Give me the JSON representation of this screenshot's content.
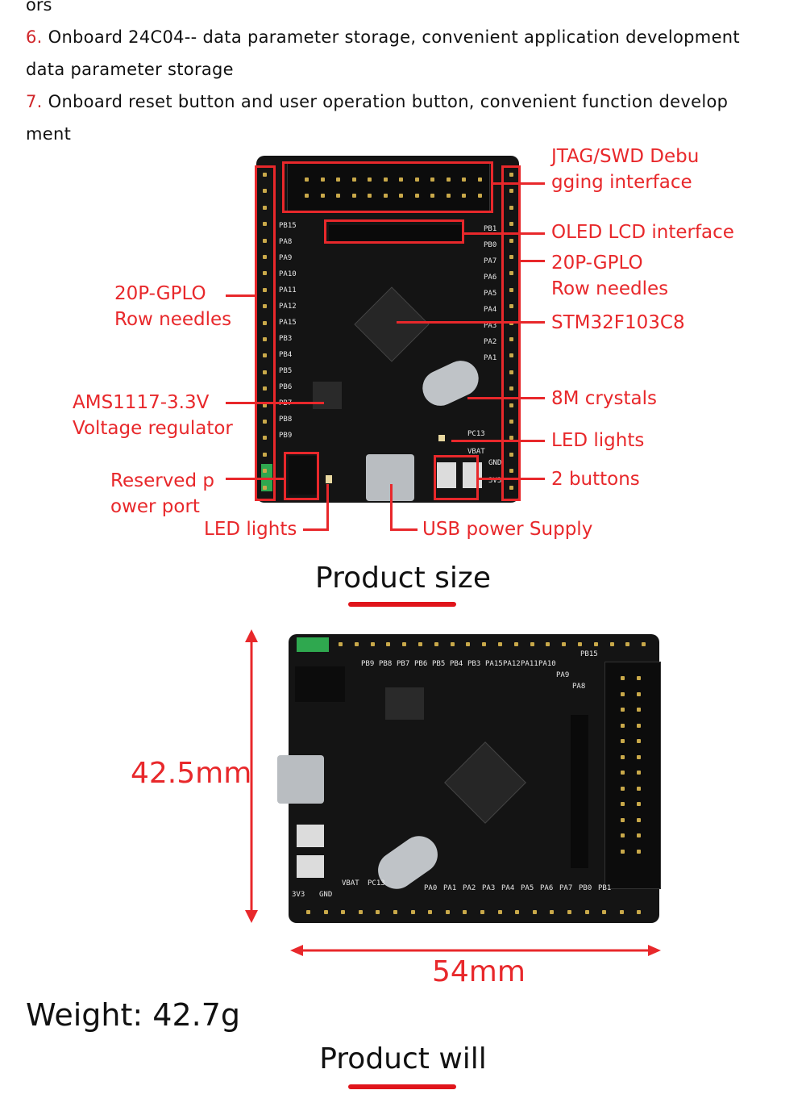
{
  "intro_fragment": "ors",
  "features": [
    {
      "number": "6.",
      "text": " Onboard 24C04-- data parameter storage, convenient application development",
      "continuation": "data parameter storage"
    },
    {
      "number": "7.",
      "text": " Onboard reset button and user operation button, convenient function develop",
      "continuation": "ment"
    }
  ],
  "callouts": {
    "jtag_1": "JTAG/SWD Debu",
    "jtag_2": "gging interface",
    "oled": "OLED LCD interface",
    "gpio_right_1": "20P-GPLO",
    "gpio_right_2": "Row needles",
    "mcu": "STM32F103C8",
    "crystal": "8M crystals",
    "led_right": "LED lights",
    "buttons": "2 buttons",
    "gpio_left_1": "20P-GPLO",
    "gpio_left_2": "Row needles",
    "regulator_1": "AMS1117-3.3V",
    "regulator_2": "Voltage regulator",
    "power_1": "Reserved p",
    "power_2": "ower port",
    "led_bottom": "LED lights",
    "usb": "USB power Supply"
  },
  "pcb_top": {
    "left_pins": [
      "PB15",
      "PA8",
      "PA9",
      "PA10",
      "PA11",
      "PA12",
      "PA15",
      "PB3",
      "PB4",
      "PB5",
      "PB6",
      "PB7",
      "PB8",
      "PB9"
    ],
    "right_pins": [
      "PB1",
      "PB0",
      "PA7",
      "PA6",
      "PA5",
      "PA4",
      "PA3",
      "PA2",
      "PA1",
      "PC13",
      "VBAT",
      "GND",
      "3V3"
    ]
  },
  "product_size": {
    "heading": "Product size",
    "height": "42.5mm",
    "width": "54mm"
  },
  "pcb_bottom": {
    "top_pins": [
      "PB9",
      "PB8",
      "PB7",
      "PB6",
      "PB5",
      "PB4",
      "PB3",
      "PA15",
      "PA12",
      "PA11",
      "PA10",
      "PA9",
      "PA8",
      "PB15"
    ],
    "bottom_pins": [
      "3V3",
      "GND",
      "VBAT",
      "PC13",
      "PA0",
      "PA1",
      "PA2",
      "PA3",
      "PA4",
      "PA5",
      "PA6",
      "PA7",
      "PB0",
      "PB1"
    ]
  },
  "weight": "Weight: 42.7g",
  "product_will": "Product will",
  "colors": {
    "accent": "#e8282b",
    "pcb": "#141414",
    "pin": "#c9a94a",
    "jumper": "#2fa84f"
  }
}
